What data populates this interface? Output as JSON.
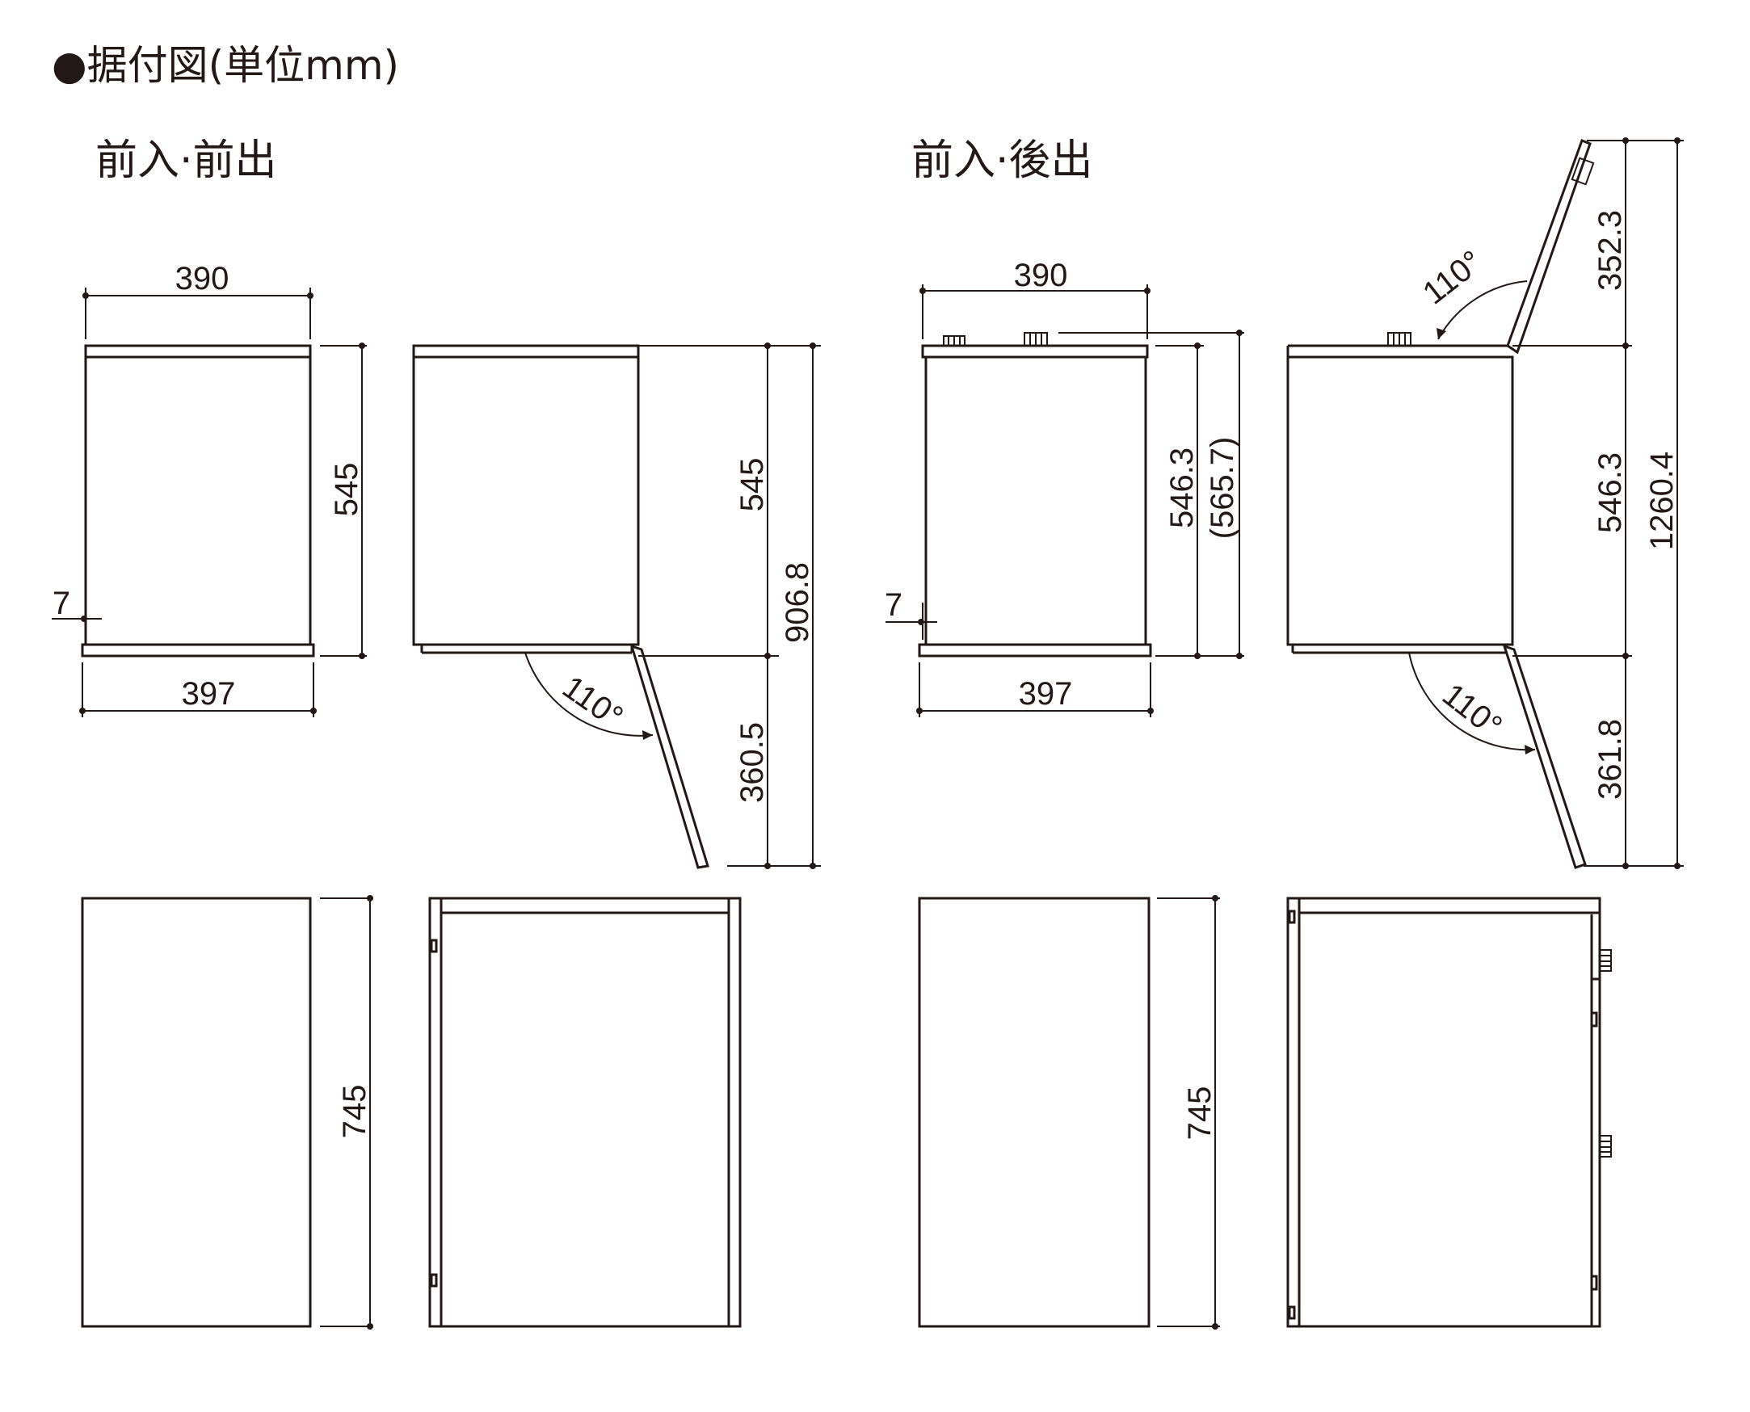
{
  "title": "●据付図(単位mm)",
  "left_group": {
    "caption": "前入·前出",
    "dims": {
      "top_width": "390",
      "body_height": "545",
      "base_offset": "7",
      "base_width": "397",
      "side_body_height": "545",
      "door_drop": "360.5",
      "total_height": "906.8",
      "door_angle": "110°",
      "lower_height": "745"
    }
  },
  "right_group": {
    "caption": "前入·後出",
    "dims": {
      "top_width": "390",
      "body_height": "546.3",
      "body_height_with_knob": "(565.7)",
      "base_offset": "7",
      "base_width": "397",
      "lid_rise": "352.3",
      "side_body_height": "546.3",
      "door_drop": "361.8",
      "total_height": "1260.4",
      "lid_angle": "110°",
      "door_angle": "110°",
      "lower_height": "745"
    }
  }
}
